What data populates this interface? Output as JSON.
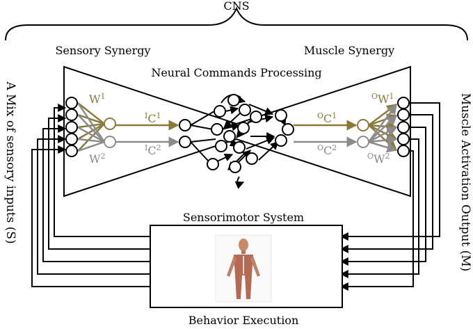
{
  "labels": {
    "cns": "CNS",
    "sensory_synergy": "Sensory Synergy",
    "muscle_synergy": "Muscle Synergy",
    "neural_commands": "Neural Commands Processing",
    "sensorimotor": "Sensorimotor System",
    "behavior": "Behavior Execution",
    "sensory_inputs": "A Mix of sensory inputs (S)",
    "muscle_output": "Muscle Activation Output (M)"
  },
  "weights": {
    "w1_base": "W",
    "w1_sup": "1",
    "w2_base": "W",
    "w2_sup": "2",
    "ic1_pre": "I",
    "ic1_base": "C",
    "ic1_sup": "1",
    "ic2_pre": "I",
    "ic2_base": "C",
    "ic2_sup": "2",
    "oc1_pre": "O",
    "oc1_base": "C",
    "oc1_sup": "1",
    "oc2_pre": "O",
    "oc2_base": "C",
    "oc2_sup": "2",
    "ow1_pre": "O",
    "ow1_base": "W",
    "ow1_sup": "1",
    "ow2_pre": "O",
    "ow2_base": "W",
    "ow2_sup": "2"
  },
  "colors": {
    "synergy_1": "#8a7a3a",
    "synergy_2": "#8a8a8a"
  }
}
